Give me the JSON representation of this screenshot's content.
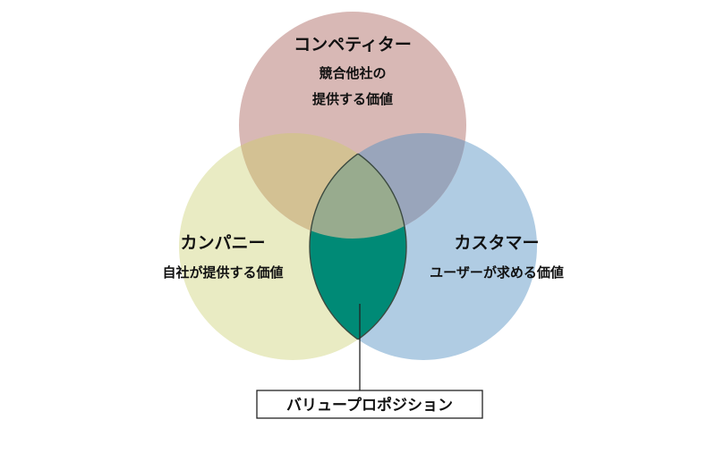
{
  "diagram": {
    "competitor": {
      "title": "コンペティター",
      "desc_line1": "競合他社の",
      "desc_line2": "提供する価値",
      "color": "#d8b8b5"
    },
    "company": {
      "title": "カンパニー",
      "desc": "自社が提供する価値",
      "color": "#e9ebc3"
    },
    "customer": {
      "title": "カスタマー",
      "desc": "ユーザーが求める価値",
      "color": "#b0cce3"
    },
    "value_proposition": {
      "label": "バリュープロポジション",
      "color": "#008a76"
    },
    "overlap_colors": {
      "competitor_company": "#d3c193",
      "competitor_customer": "#99a5bb",
      "all_three": "#98ab8e"
    }
  }
}
